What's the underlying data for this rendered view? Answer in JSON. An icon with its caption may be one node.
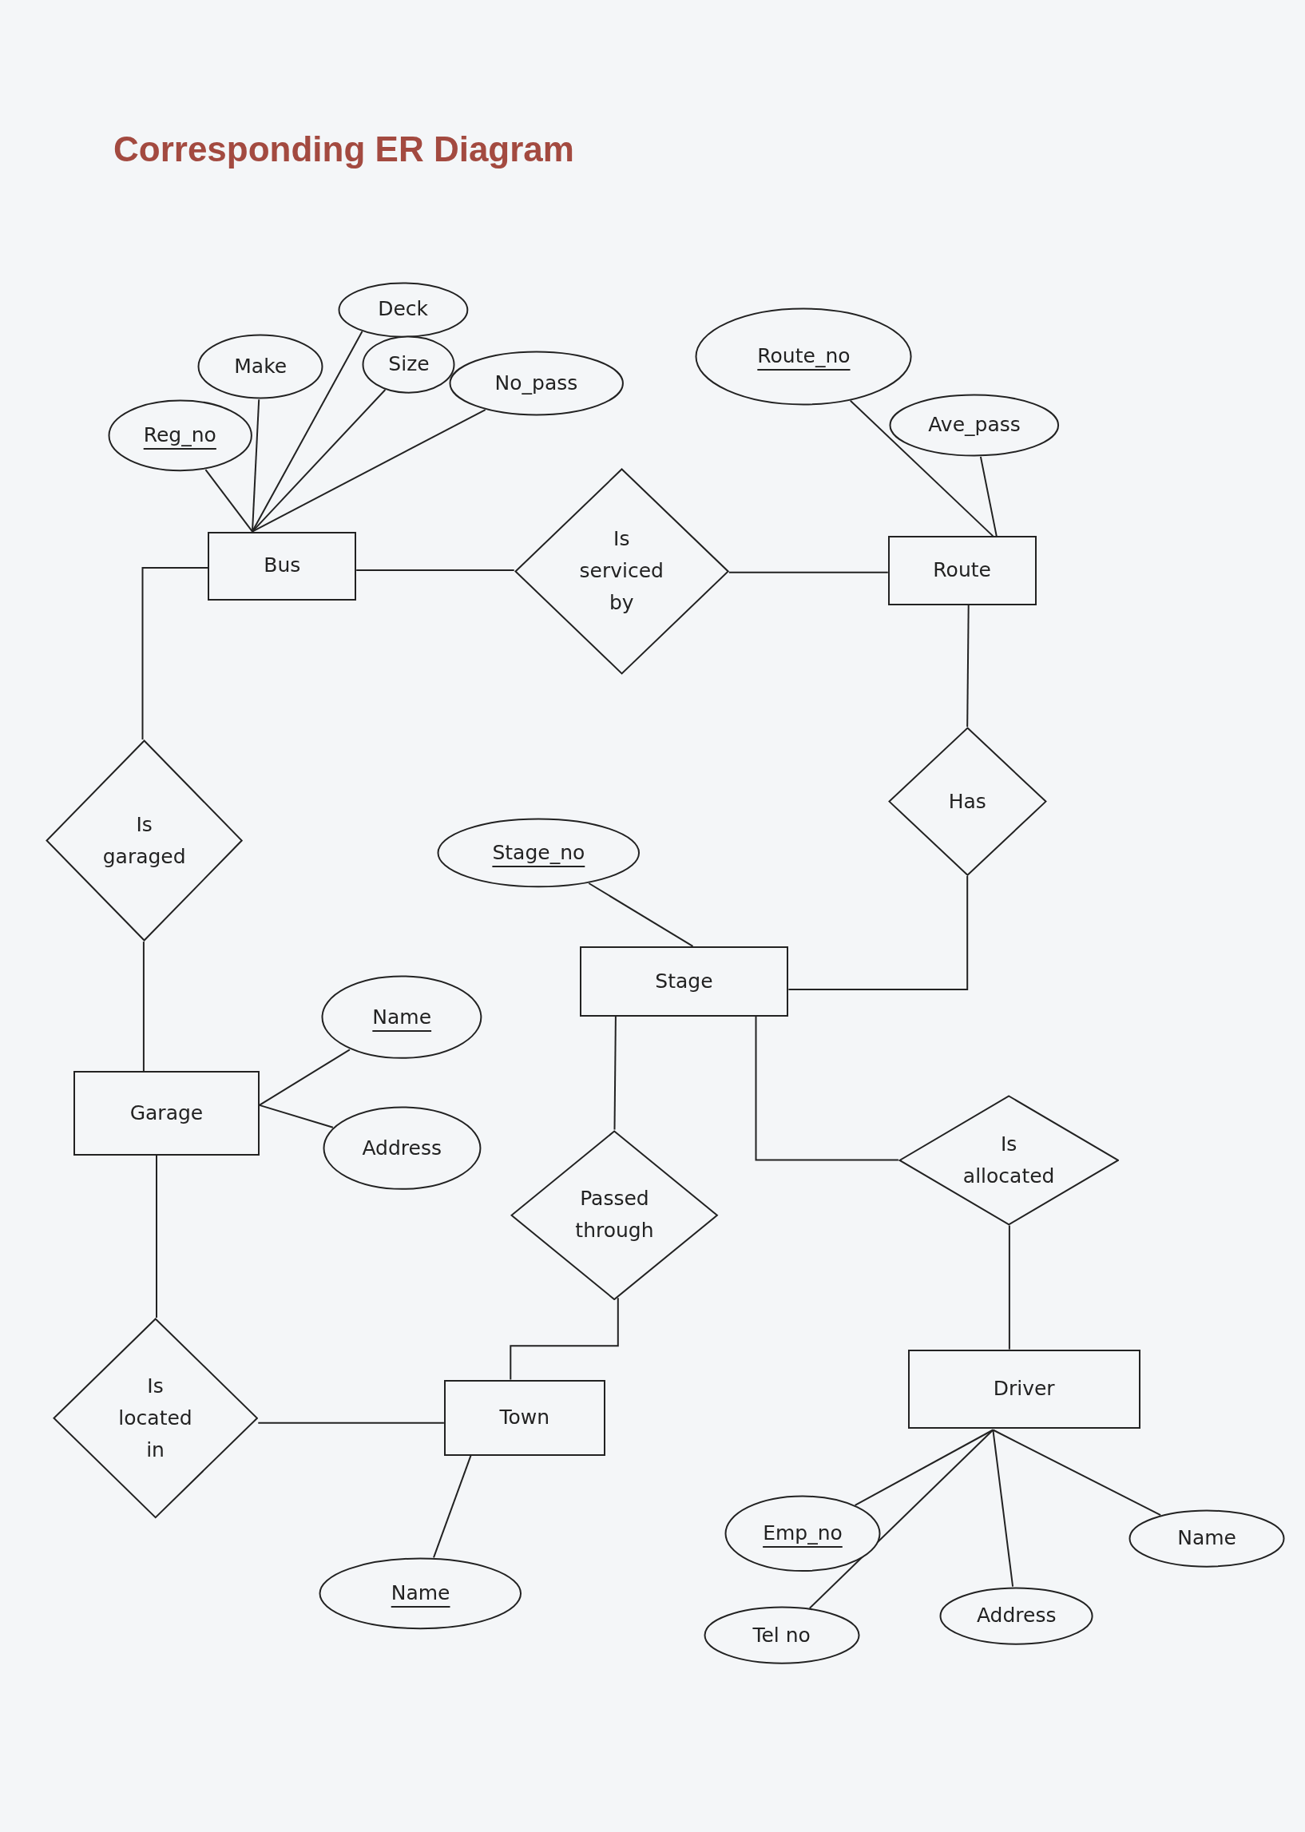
{
  "diagram": {
    "title": "Corresponding ER Diagram",
    "nodes": [
      {
        "text": [
          "Bus"
        ]
      },
      {
        "text": [
          "Reg_no"
        ]
      },
      {
        "text": [
          "Make"
        ]
      },
      {
        "text": [
          "Deck"
        ]
      },
      {
        "text": [
          "Size"
        ]
      },
      {
        "text": [
          "No_pass"
        ]
      },
      {
        "text": [
          "Is serviced by"
        ]
      },
      {
        "text": [
          "Route"
        ]
      },
      {
        "text": [
          "Route_no"
        ]
      },
      {
        "text": [
          "Ave_pass"
        ]
      },
      {
        "text": [
          "Has"
        ]
      },
      {
        "text": [
          "Is garaged"
        ]
      },
      {
        "text": [
          "Stage_no"
        ]
      },
      {
        "text": [
          "Stage"
        ]
      },
      {
        "text": [
          "Garage"
        ]
      },
      {
        "text": [
          "Name"
        ]
      },
      {
        "text": [
          "Address"
        ]
      },
      {
        "text": [
          "Passed through"
        ]
      },
      {
        "text": [
          "Is allocated"
        ]
      },
      {
        "text": [
          "Is located in"
        ]
      },
      {
        "text": [
          "Town"
        ]
      },
      {
        "text": [
          "Driver"
        ]
      },
      {
        "text": [
          "Name"
        ]
      },
      {
        "text": [
          "Emp_no"
        ]
      },
      {
        "text": [
          "Tel no"
        ]
      },
      {
        "text": [
          "Address"
        ]
      },
      {
        "text": [
          "Name"
        ]
      }
    ],
    "edges": [
      {
        "from": 0,
        "to": 1,
        "arrow": "none"
      },
      {
        "from": 0,
        "to": 2,
        "arrow": "none"
      },
      {
        "from": 0,
        "to": 3,
        "arrow": "none"
      },
      {
        "from": 0,
        "to": 4,
        "arrow": "none"
      },
      {
        "from": 0,
        "to": 5,
        "arrow": "none"
      },
      {
        "from": 0,
        "to": 6,
        "arrow": "none"
      },
      {
        "from": 6,
        "to": 7,
        "arrow": "none"
      },
      {
        "from": 7,
        "to": 8,
        "arrow": "none"
      },
      {
        "from": 7,
        "to": 9,
        "arrow": "none"
      },
      {
        "from": 7,
        "to": 10,
        "arrow": "none"
      },
      {
        "from": 10,
        "to": 13,
        "arrow": "none"
      },
      {
        "from": 0,
        "to": 11,
        "arrow": "none"
      },
      {
        "from": 11,
        "to": 14,
        "arrow": "none"
      },
      {
        "from": 13,
        "to": 12,
        "arrow": "none"
      },
      {
        "from": 14,
        "to": 15,
        "arrow": "none"
      },
      {
        "from": 14,
        "to": 16,
        "arrow": "none"
      },
      {
        "from": 13,
        "to": 17,
        "arrow": "none"
      },
      {
        "from": 13,
        "to": 18,
        "arrow": "none"
      },
      {
        "from": 17,
        "to": 20,
        "arrow": "none"
      },
      {
        "from": 18,
        "to": 21,
        "arrow": "none"
      },
      {
        "from": 14,
        "to": 19,
        "arrow": "none"
      },
      {
        "from": 19,
        "to": 20,
        "arrow": "none"
      },
      {
        "from": 20,
        "to": 22,
        "arrow": "none"
      },
      {
        "from": 21,
        "to": 23,
        "arrow": "none"
      },
      {
        "from": 21,
        "to": 24,
        "arrow": "none"
      },
      {
        "from": 21,
        "to": 25,
        "arrow": "none"
      },
      {
        "from": 21,
        "to": 26,
        "arrow": "none"
      }
    ]
  }
}
